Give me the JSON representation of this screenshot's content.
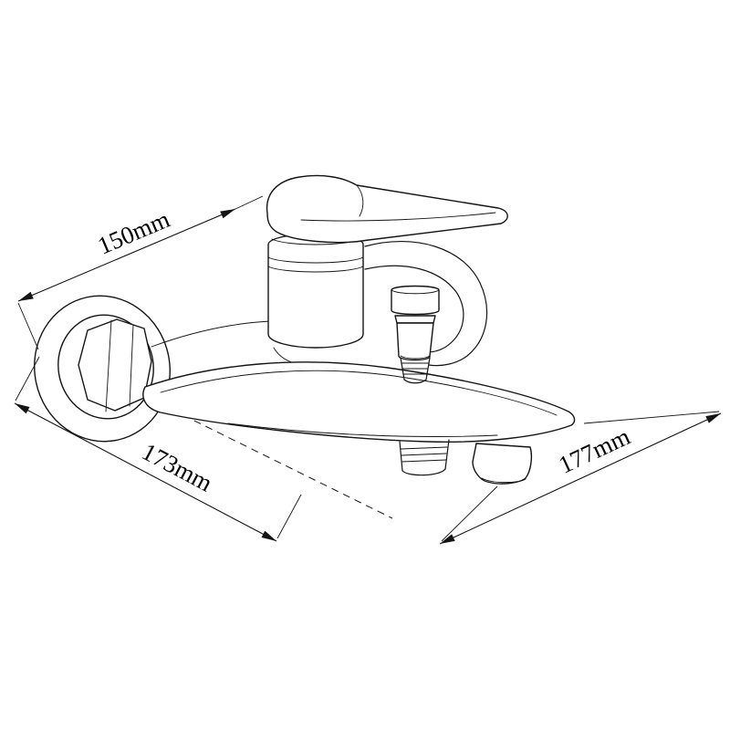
{
  "page": {
    "background_color": "#ffffff",
    "line_color": "#141414"
  },
  "drawing": {
    "subject": "wall-mounted-bath-mixer-faucet"
  },
  "dimensions": {
    "top_left": {
      "label": "150mm"
    },
    "bottom_left": {
      "label": "173mm"
    },
    "bottom_right": {
      "label": "177mm"
    }
  }
}
